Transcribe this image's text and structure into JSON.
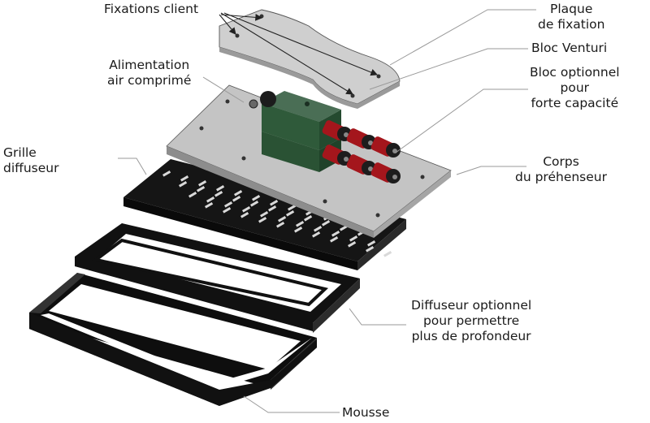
{
  "labels": {
    "fixations_client": "Fixations client",
    "plaque": [
      "Plaque",
      "de fixation"
    ],
    "bloc_venturi": "Bloc Venturi",
    "alimentation": [
      "Alimentation",
      "air comprimé"
    ],
    "bloc_optionnel": [
      "Bloc optionnel",
      "pour",
      "forte capacité"
    ],
    "grille": [
      "Grille",
      "diffuseur"
    ],
    "corps": [
      "Corps",
      "du préhenseur"
    ],
    "diffuseur_optionnel": [
      "Diffuseur optionnel",
      "pour permettre",
      "plus de profondeur"
    ],
    "mousse": "Mousse"
  },
  "colors": {
    "plate_gray": "#bdbdbd",
    "venturi_green": "#2f5a3a",
    "nozzle_red": "#a4161c",
    "dark_parts": "#1d1d1d",
    "leader_line": "#9a9a9a"
  }
}
